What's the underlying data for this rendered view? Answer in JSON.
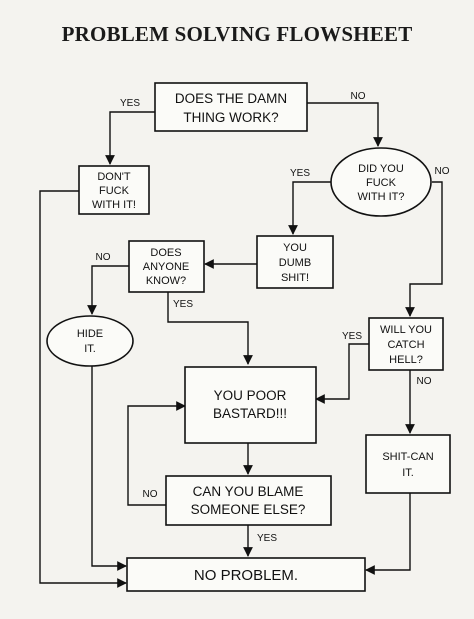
{
  "title": "PROBLEM SOLVING FLOWSHEET",
  "nodes": {
    "damn_thing_work": [
      "DOES THE DAMN",
      "THING WORK?"
    ],
    "dont_touch": [
      "DON'T",
      "FUCK",
      "WITH IT!"
    ],
    "did_you_touch": [
      "DID YOU",
      "FUCK",
      "WITH IT?"
    ],
    "dumb": [
      "YOU",
      "DUMB",
      "SHIT!"
    ],
    "anyone_know": [
      "DOES",
      "ANYONE",
      "KNOW?"
    ],
    "hide_it": [
      "HIDE",
      "IT."
    ],
    "catch_hell": [
      "WILL YOU",
      "CATCH",
      "HELL?"
    ],
    "poor_bastard": [
      "YOU POOR",
      "BASTARD!!!"
    ],
    "shit_can": [
      "SHIT-CAN",
      "IT."
    ],
    "blame_someone": [
      "CAN YOU BLAME",
      "SOMEONE ELSE?"
    ],
    "no_problem": [
      "NO PROBLEM."
    ]
  },
  "edge_labels": {
    "work_yes": "YES",
    "work_no": "NO",
    "touch_yes": "YES",
    "touch_no": "NO",
    "know_no": "NO",
    "know_yes": "YES",
    "hell_yes": "YES",
    "hell_no": "NO",
    "blame_no": "NO",
    "blame_yes": "YES"
  }
}
